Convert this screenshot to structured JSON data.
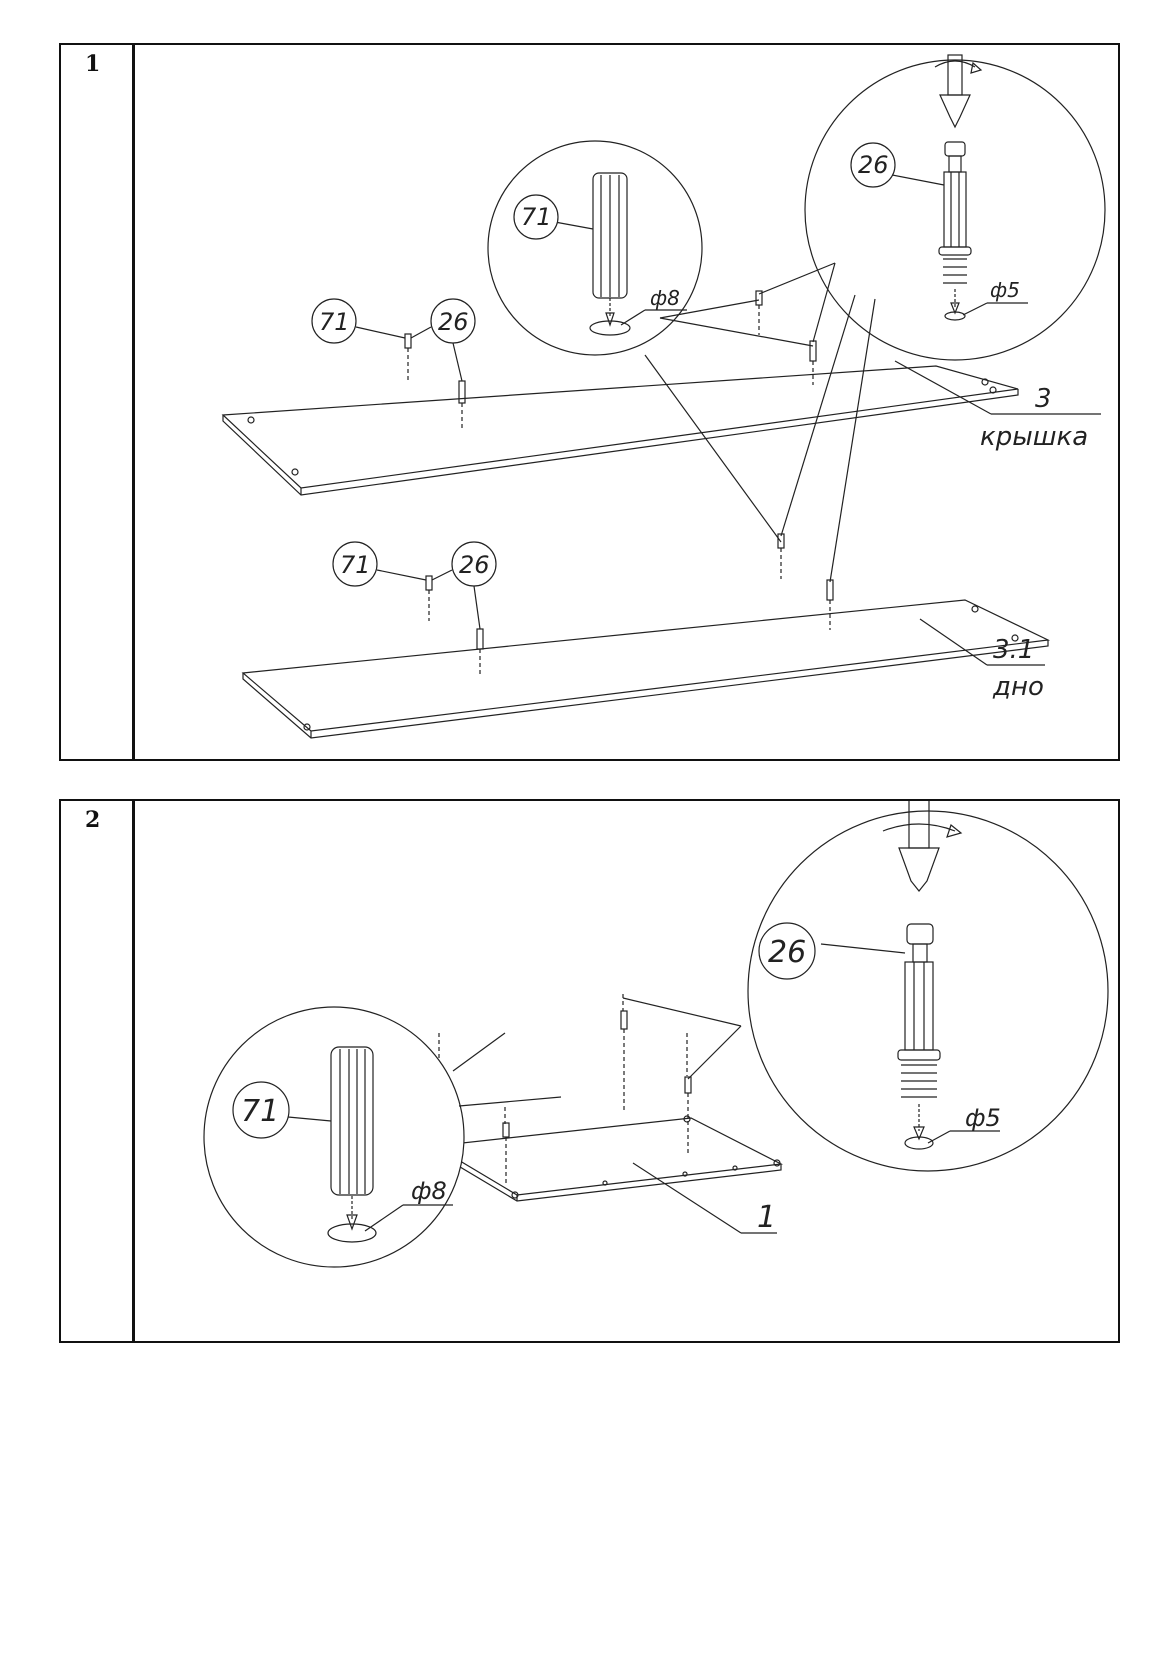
{
  "steps": [
    {
      "number": "1",
      "callouts": {
        "part71_detail": "71",
        "part26_detail": "26",
        "dia8": "ф8",
        "dia5": "ф5",
        "top_71": "71",
        "top_26": "26",
        "bottom_71": "71",
        "bottom_26": "26"
      },
      "parts": {
        "top_number": "3",
        "top_name": "крышка",
        "bottom_number": "3.1",
        "bottom_name": "дно"
      }
    },
    {
      "number": "2",
      "callouts": {
        "part26_detail": "26",
        "dia5": "ф5",
        "part71_detail": "71",
        "dia8": "ф8"
      },
      "parts": {
        "panel_number": "1"
      }
    }
  ]
}
